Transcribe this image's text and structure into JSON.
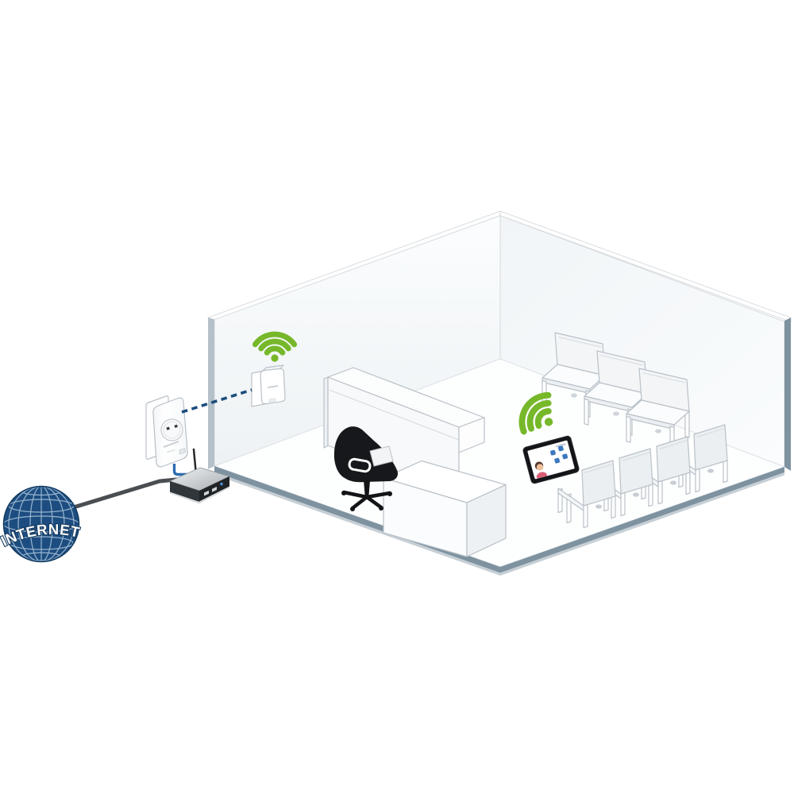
{
  "globe": {
    "label": "INTERNET"
  },
  "colors": {
    "wifi_green": "#76b82a",
    "link_navy": "#1c4f7d",
    "lan_blue": "#2e6cb0",
    "cable_gray": "#4a4e52",
    "globe_blue": "#1d4d80",
    "globe_grid": "#b9d0e4",
    "edge_slate": "#7e92a0",
    "edge_light": "#b5c1c9",
    "outline_gray": "#b9c1c8",
    "chair_black": "#17181b",
    "icon_blue": "#3c78bf"
  },
  "icons": [
    {
      "name": "internet-globe-icon",
      "label": "INTERNET"
    },
    {
      "name": "router-icon"
    },
    {
      "name": "powerline-adapter-icon"
    },
    {
      "name": "powerline-wifi-extender-icon"
    },
    {
      "name": "wifi-signal-icon",
      "count": 2
    },
    {
      "name": "tablet-icon"
    },
    {
      "name": "office-chair-icon"
    },
    {
      "name": "visitor-chair-icon",
      "count": 7
    },
    {
      "name": "reception-desk-icon"
    },
    {
      "name": "cabinet-icon"
    }
  ],
  "furniture": {
    "front_row_chairs": 3,
    "back_row_chairs": 4,
    "office_chairs": 1
  },
  "connections": [
    {
      "from": "internet-globe",
      "to": "router",
      "style": "solid-gray-cable"
    },
    {
      "from": "router",
      "to": "powerline-adapter",
      "style": "blue-lan-cable"
    },
    {
      "from": "powerline-adapter",
      "to": "wifi-extender",
      "style": "dashed-powerline-link"
    }
  ]
}
